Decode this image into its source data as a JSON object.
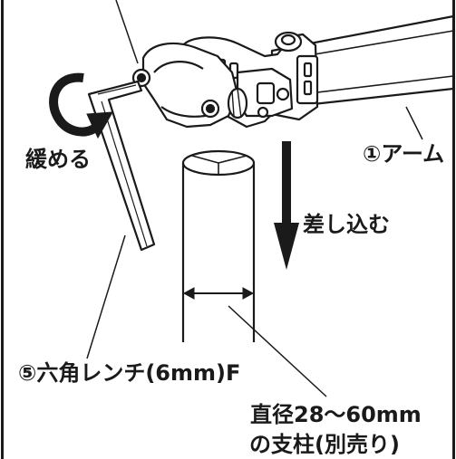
{
  "labels": {
    "loosen": "緩める",
    "arm": "①アーム",
    "insert": "差し込む",
    "wrench": "⑤六角レンチ(6mm)F",
    "pole_diameter": "直径28〜60mm",
    "pole_note": "の支柱(別売り)"
  },
  "colors": {
    "ink": "#1a1a1a",
    "background": "#ffffff"
  },
  "icons": {
    "rotation": "counterclockwise-rotation-arrow-icon",
    "direction": "down-arrow-icon",
    "dimension": "double-headed-arrow-icon"
  }
}
